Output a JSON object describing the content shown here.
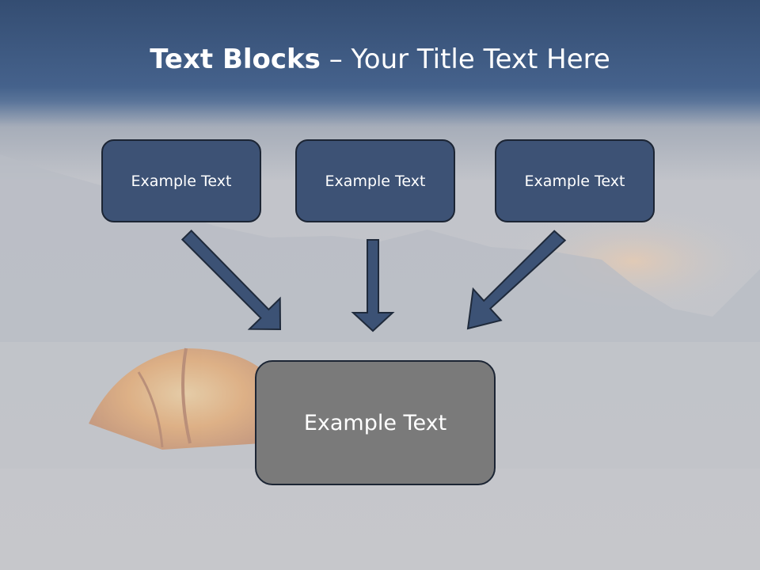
{
  "slide": {
    "title_bold": "Text Blocks",
    "title_dash": " – ",
    "title_rest": "Your Title Text Here",
    "top_boxes": [
      {
        "label": "Example Text"
      },
      {
        "label": "Example Text"
      },
      {
        "label": "Example Text"
      }
    ],
    "bottom_box": {
      "label": "Example Text"
    },
    "colors": {
      "header": "#3d5478",
      "box_fill": "#3d5275",
      "box_border": "#1c2534",
      "bottom_box_fill": "#7a7a7a",
      "arrow_fill": "#3c5275"
    }
  }
}
